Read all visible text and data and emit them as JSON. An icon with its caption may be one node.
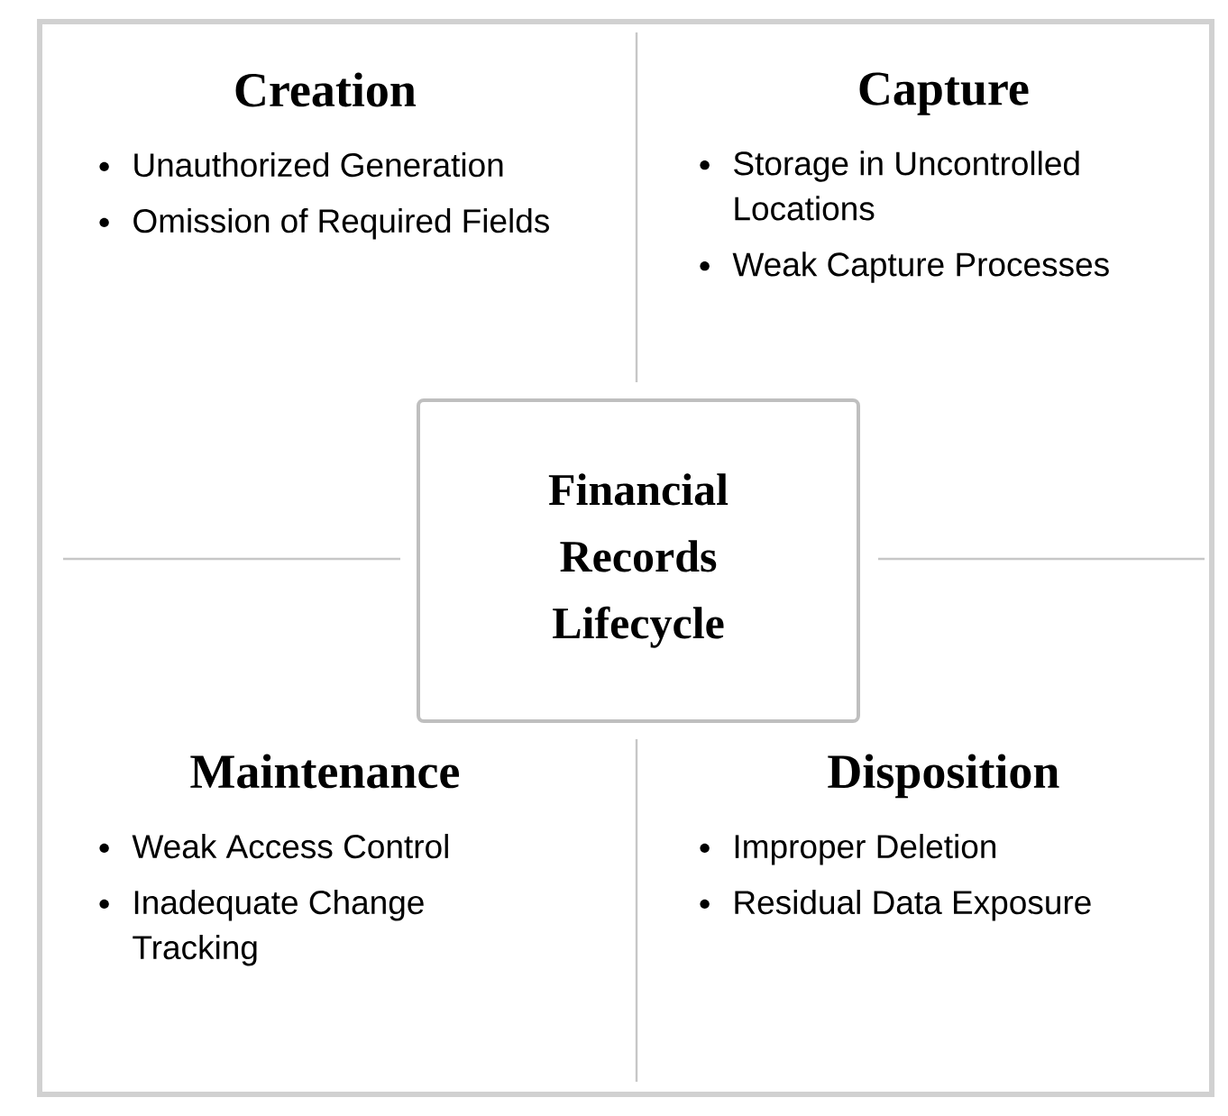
{
  "diagram": {
    "nodes": [
      {
        "text": [
          "Creation",
          "Unauthorized Generation",
          "Omission of Required Fields"
        ]
      },
      {
        "text": [
          "Capture",
          "Storage in Uncontrolled Locations",
          "Weak Capture Processes"
        ]
      },
      {
        "text": [
          "Financial Records Lifecycle"
        ]
      },
      {
        "text": [
          "Maintenance",
          "Weak Access Control",
          "Inadequate Change Tracking"
        ]
      },
      {
        "text": [
          "Disposition",
          "Improper Deletion",
          "Residual Data Exposure"
        ]
      }
    ]
  }
}
